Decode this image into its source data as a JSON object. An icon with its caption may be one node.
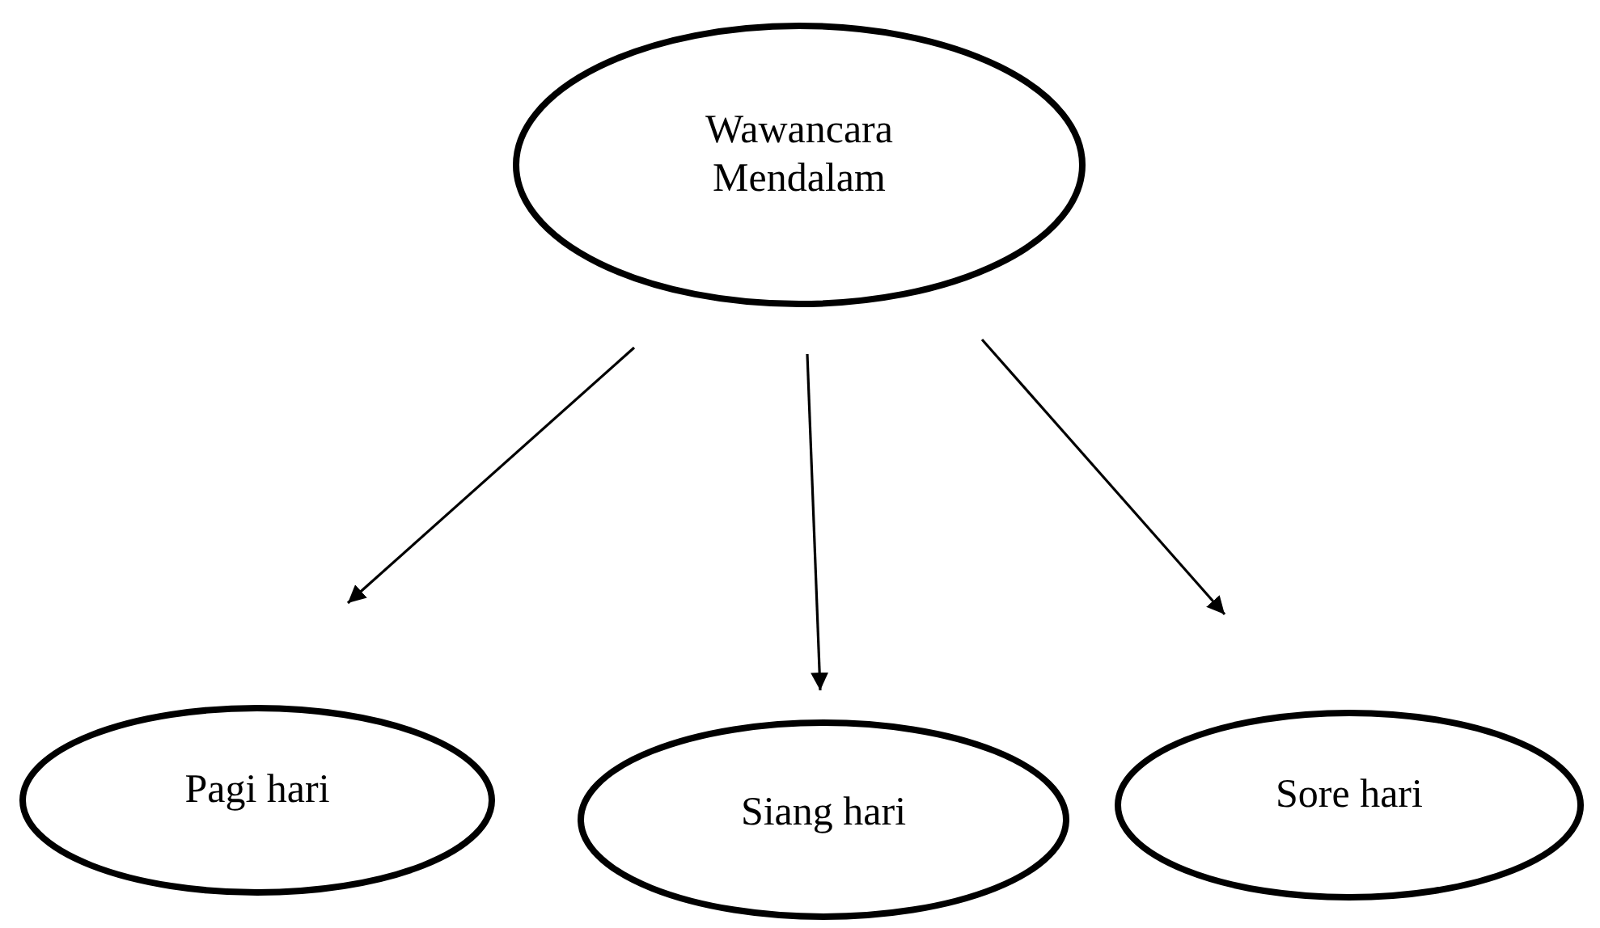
{
  "diagram": {
    "nodes": [
      {
        "text": [
          "Wawancara Mendalam"
        ]
      },
      {
        "text": [
          "Pagi hari"
        ]
      },
      {
        "text": [
          "Siang hari"
        ]
      },
      {
        "text": [
          "Sore hari"
        ]
      }
    ],
    "edges": [
      {
        "from": 0,
        "to": 1,
        "arrow": "to"
      },
      {
        "from": 0,
        "to": 2,
        "arrow": "to"
      },
      {
        "from": 0,
        "to": 3,
        "arrow": "to"
      }
    ]
  }
}
